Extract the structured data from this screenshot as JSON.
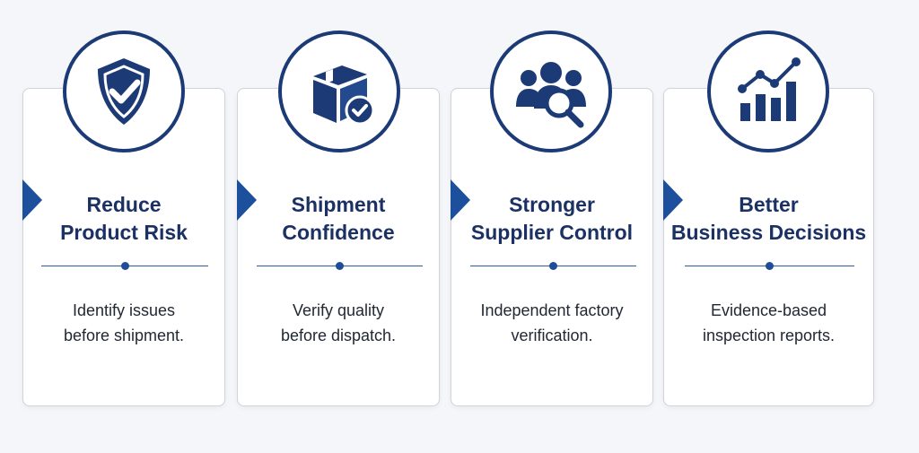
{
  "colors": {
    "navy": "#1b3a76",
    "accent_blue": "#1c4f9c",
    "title_text": "#1b3163",
    "body_text": "#222833",
    "background": "#f5f6f9"
  },
  "cards": [
    {
      "icon": "shield-check-icon",
      "title_line1": "Reduce",
      "title_line2": "Product Risk",
      "desc_line1": "Identify issues",
      "desc_line2": "before shipment."
    },
    {
      "icon": "box-check-icon",
      "title_line1": "Shipment",
      "title_line2": "Confidence",
      "desc_line1": "Verify quality",
      "desc_line2": "before dispatch."
    },
    {
      "icon": "people-search-icon",
      "title_line1": "Stronger",
      "title_line2": "Supplier Control",
      "desc_line1": "Independent factory",
      "desc_line2": "verification."
    },
    {
      "icon": "bar-chart-trend-icon",
      "title_line1": "Better",
      "title_line2": "Business Decisions",
      "desc_line1": "Evidence-based",
      "desc_line2": "inspection reports."
    }
  ]
}
